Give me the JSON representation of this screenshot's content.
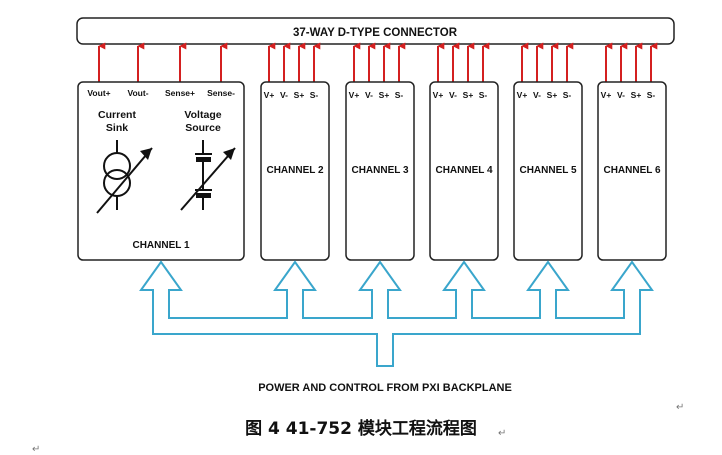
{
  "connector": {
    "label": "37-WAY D-TYPE CONNECTOR"
  },
  "channel1": {
    "label": "CHANNEL 1",
    "pins": [
      "Vout+",
      "Vout-",
      "Sense+",
      "Sense-"
    ],
    "sink_label_1": "Current",
    "sink_label_2": "Sink",
    "source_label_1": "Voltage",
    "source_label_2": "Source"
  },
  "channels": [
    {
      "label": "CHANNEL 2",
      "pins": [
        "V+",
        "V-",
        "S+",
        "S-"
      ]
    },
    {
      "label": "CHANNEL 3",
      "pins": [
        "V+",
        "V-",
        "S+",
        "S-"
      ]
    },
    {
      "label": "CHANNEL 4",
      "pins": [
        "V+",
        "V-",
        "S+",
        "S-"
      ]
    },
    {
      "label": "CHANNEL 5",
      "pins": [
        "V+",
        "V-",
        "S+",
        "S-"
      ]
    },
    {
      "label": "CHANNEL 6",
      "pins": [
        "V+",
        "V-",
        "S+",
        "S-"
      ]
    }
  ],
  "bus": {
    "label": "POWER AND CONTROL FROM PXI BACKPLANE"
  },
  "caption": "图 4 41-752 模块工程流程图",
  "colors": {
    "arrow": "#d42020",
    "bus": "#3aa6cc",
    "box": "#222222"
  }
}
